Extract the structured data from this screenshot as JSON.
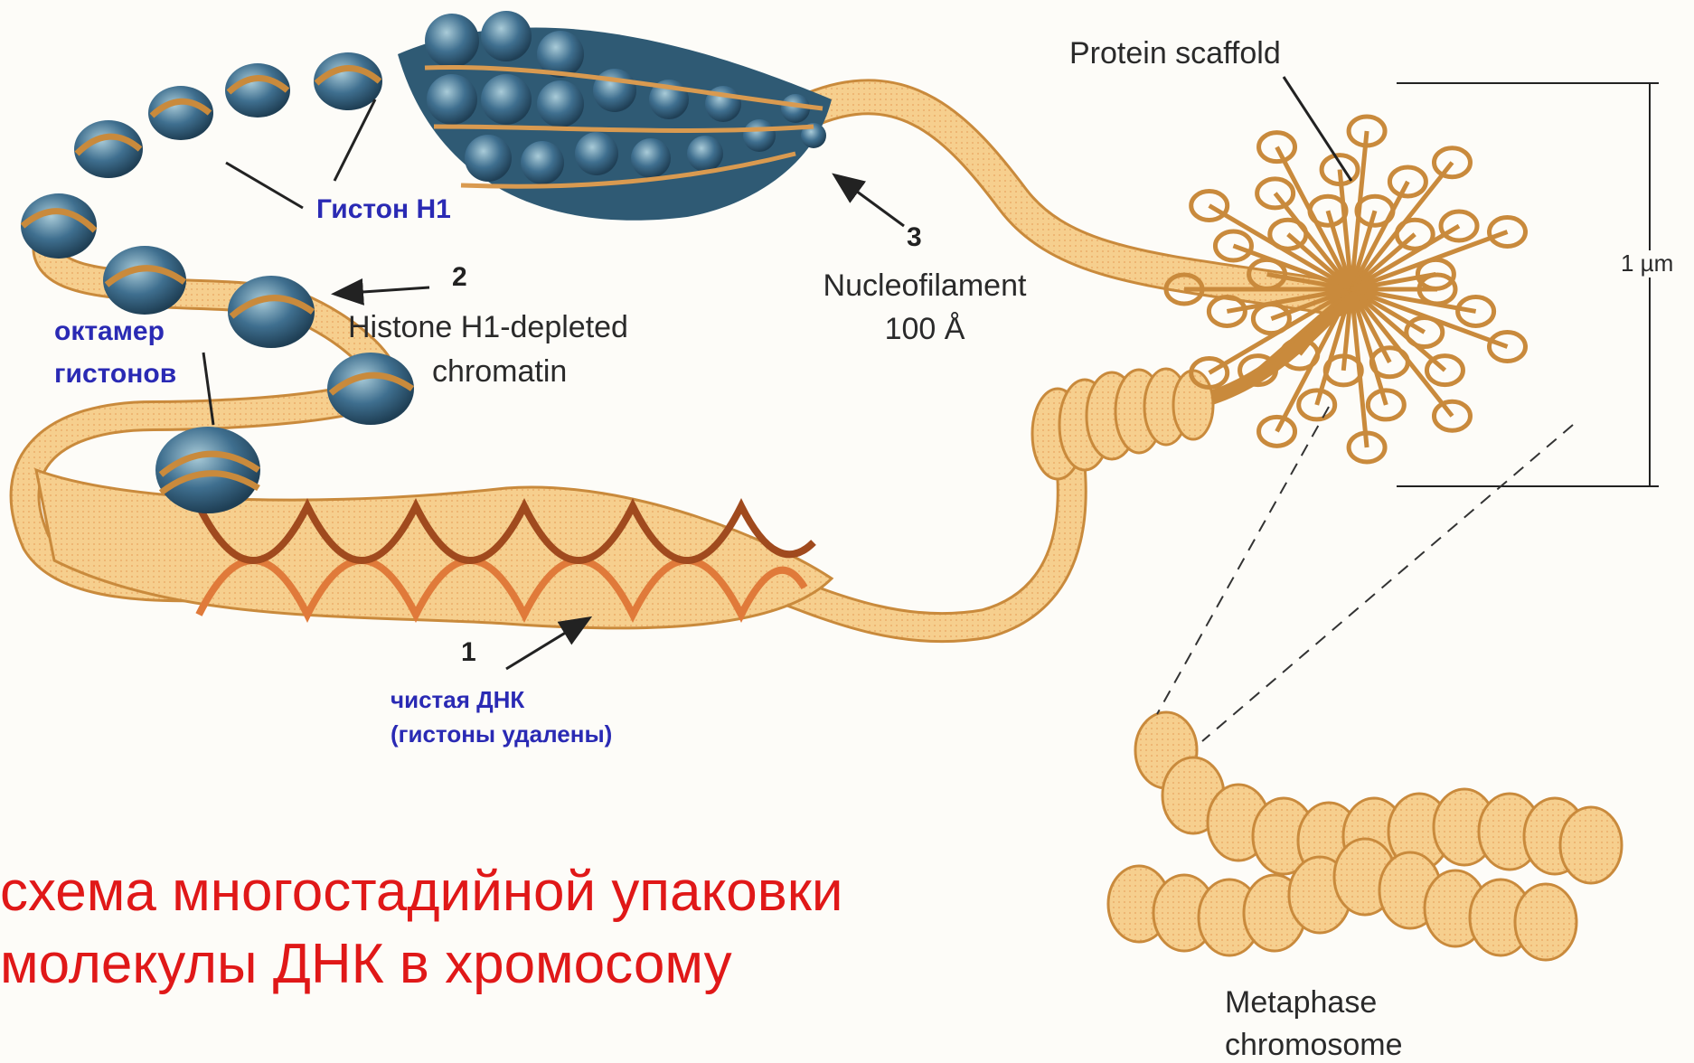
{
  "labels": {
    "histone_h1_ru": "Гистон H1",
    "octamer_ru_line1": "октамер",
    "octamer_ru_line2": "гистонов",
    "step2_number": "2",
    "step2_line1": "Histone H1-depleted",
    "step2_line2": "chromatin",
    "step3_number": "3",
    "step3_line1": "Nucleofilament",
    "step3_line2": "100 Å",
    "protein_scaffold": "Protein scaffold",
    "scale": "1 µm",
    "step1_number": "1",
    "step1_line1": "чистая ДНК",
    "step1_line2": "(гистоны удалены)",
    "metaphase_line1": "Metaphase",
    "metaphase_line2": "chromosome"
  },
  "title": {
    "line1": "схема многостадийной упаковки",
    "line2": "молекулы ДНК в хромосому"
  },
  "colors": {
    "ribbon": "#f6cf8e",
    "ribbon_edge": "#c98a3c",
    "helix": "#e07a3a",
    "helix_dark": "#a04a1e",
    "nucleosome": "#3f6f8f",
    "nucleosome_light": "#8fb8c8",
    "title_red": "#e01818",
    "russian_blue": "#2a2ab4"
  }
}
